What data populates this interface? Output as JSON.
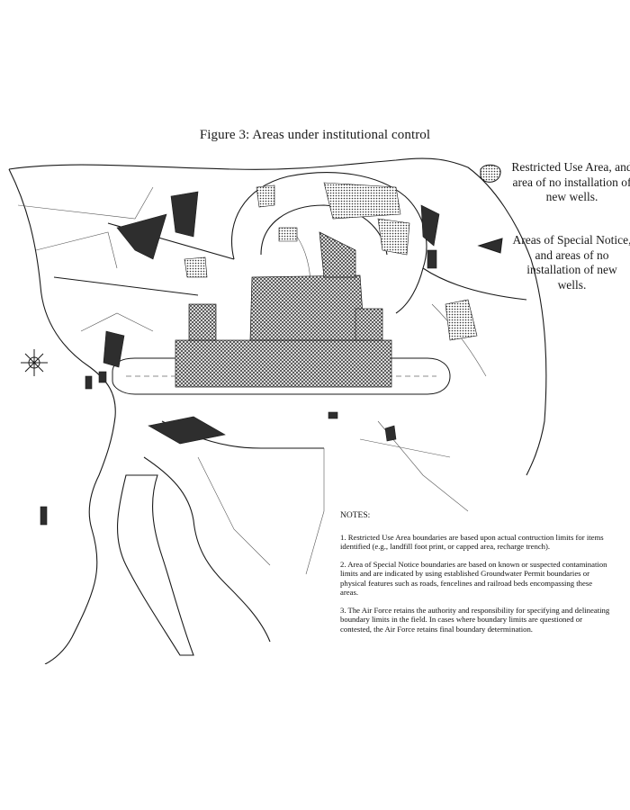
{
  "figure": {
    "title": "Figure 3: Areas under institutional control"
  },
  "legend": {
    "items": [
      {
        "symbol": "dotted-hatch-shape",
        "text": "Restricted Use Area, and area of no installation of new wells."
      },
      {
        "symbol": "dark-triangle-shape",
        "text": "Areas of Special Notice, and areas of no installation of new wells."
      }
    ]
  },
  "notes": {
    "heading": "NOTES:",
    "items": [
      "1. Restricted Use Area boundaries are based upon actual contruction limits for items identified (e.g., landfill foot print, or capped area, recharge trench).",
      "2. Area of Special Notice boundaries are based on known or suspected contamination limits and are indicated by using established Groundwater Permit boundaries or physical features such as roads, fencelines and railroad beds encompassing these areas.",
      "3. The Air Force retains the authority and responsibility for specifying and delineating boundary limits in the field. In cases where boundary limits are questioned or contested, the Air Force retains final boundary determination."
    ]
  },
  "colors": {
    "ink": "#1a1a1a",
    "background": "#ffffff",
    "hatch": "#555555",
    "special_notice_fill": "#2e2e2e"
  }
}
